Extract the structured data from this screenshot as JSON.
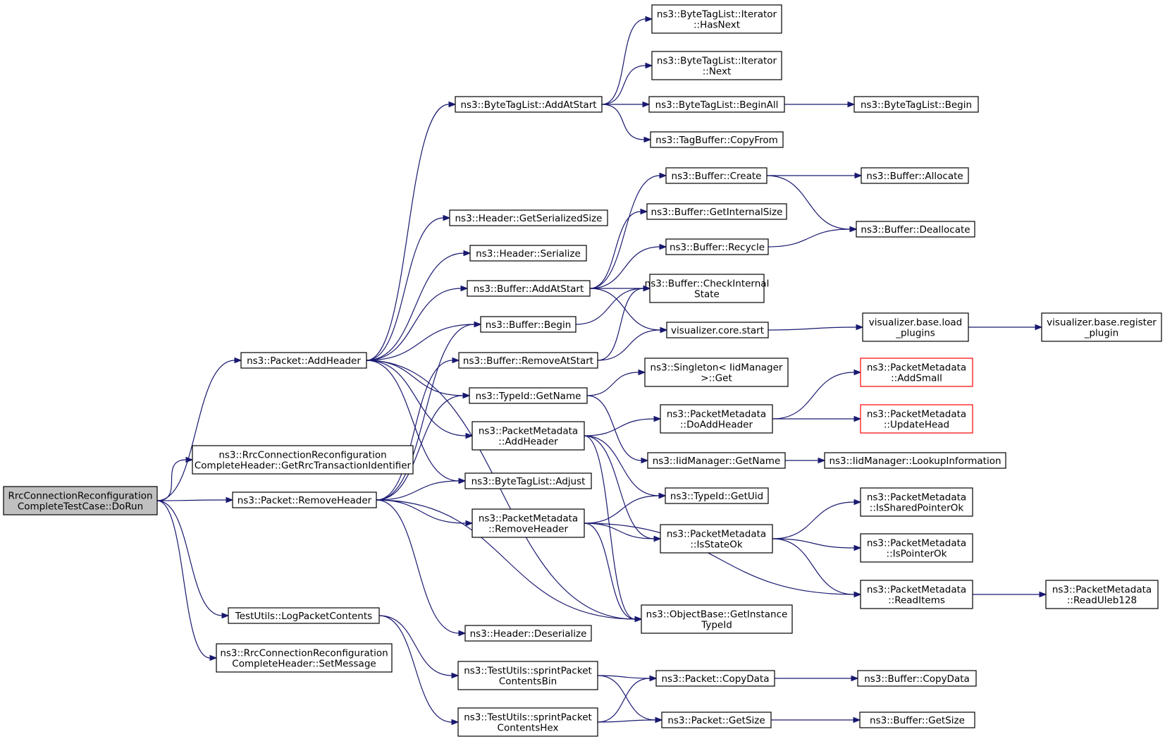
{
  "colors": {
    "edge": "#191970",
    "root_fill": "#c0c0c0",
    "red_border": "#ff0000",
    "border": "#000000"
  },
  "nodes": {
    "root": [
      "RrcConnectionReconfiguration",
      "CompleteTestCase::DoRun"
    ],
    "packet_addheader": [
      "ns3::Packet::AddHeader"
    ],
    "rrc_get_transaction_id": [
      "ns3::RrcConnectionReconfiguration",
      "CompleteHeader::GetRrcTransactionIdentifier"
    ],
    "packet_removeheader": [
      "ns3::Packet::RemoveHeader"
    ],
    "testutils_logpacketcontents": [
      "TestUtils::LogPacketContents"
    ],
    "rrc_setmessage": [
      "ns3::RrcConnectionReconfiguration",
      "CompleteHeader::SetMessage"
    ],
    "bytetaglist_addatstart": [
      "ns3::ByteTagList::AddAtStart"
    ],
    "header_getserializedsize": [
      "ns3::Header::GetSerializedSize"
    ],
    "header_serialize": [
      "ns3::Header::Serialize"
    ],
    "buffer_addatstart": [
      "ns3::Buffer::AddAtStart"
    ],
    "buffer_begin": [
      "ns3::Buffer::Begin"
    ],
    "buffer_removeatstart": [
      "ns3::Buffer::RemoveAtStart"
    ],
    "typeid_getname": [
      "ns3::TypeId::GetName"
    ],
    "packetmetadata_addheader": [
      "ns3::PacketMetadata",
      "::AddHeader"
    ],
    "bytetaglist_adjust": [
      "ns3::ByteTagList::Adjust"
    ],
    "packetmetadata_removeheader": [
      "ns3::PacketMetadata",
      "::RemoveHeader"
    ],
    "header_deserialize": [
      "ns3::Header::Deserialize"
    ],
    "sprintpacket_bin": [
      "ns3::TestUtils::sprintPacket",
      "ContentsBin"
    ],
    "sprintpacket_hex": [
      "ns3::TestUtils::sprintPacket",
      "ContentsHex"
    ],
    "iterator_hasnext": [
      "ns3::ByteTagList::Iterator",
      "::HasNext"
    ],
    "iterator_next": [
      "ns3::ByteTagList::Iterator",
      "::Next"
    ],
    "bytetaglist_beginall": [
      "ns3::ByteTagList::BeginAll"
    ],
    "tagbuffer_copyfrom": [
      "ns3::TagBuffer::CopyFrom"
    ],
    "buffer_create": [
      "ns3::Buffer::Create"
    ],
    "buffer_getinternalsize": [
      "ns3::Buffer::GetInternalSize"
    ],
    "buffer_recycle": [
      "ns3::Buffer::Recycle"
    ],
    "buffer_checkinternalstate": [
      "ns3::Buffer::CheckInternal",
      "State"
    ],
    "visualizer_core_start": [
      "visualizer.core.start"
    ],
    "singleton_get": [
      "ns3::Singleton< IidManager",
      ">::Get"
    ],
    "packetmetadata_doaddheader": [
      "ns3::PacketMetadata",
      "::DoAddHeader"
    ],
    "iidmanager_getname": [
      "ns3::IidManager::GetName"
    ],
    "typeid_getuid": [
      "ns3::TypeId::GetUid"
    ],
    "packetmetadata_isstateok": [
      "ns3::PacketMetadata",
      "::IsStateOk"
    ],
    "objectbase_getinstancetypeid": [
      "ns3::ObjectBase::GetInstance",
      "TypeId"
    ],
    "packet_copydata": [
      "ns3::Packet::CopyData"
    ],
    "packet_getsize": [
      "ns3::Packet::GetSize"
    ],
    "bytetaglist_begin": [
      "ns3::ByteTagList::Begin"
    ],
    "buffer_allocate": [
      "ns3::Buffer::Allocate"
    ],
    "buffer_deallocate": [
      "ns3::Buffer::Deallocate"
    ],
    "visualizer_base_load_plugins": [
      "visualizer.base.load",
      "_plugins"
    ],
    "packetmetadata_addsmall": [
      "ns3::PacketMetadata",
      "::AddSmall"
    ],
    "packetmetadata_updatehead": [
      "ns3::PacketMetadata",
      "::UpdateHead"
    ],
    "iidmanager_lookupinformation": [
      "ns3::IidManager::LookupInformation"
    ],
    "packetmetadata_issharedpointerok": [
      "ns3::PacketMetadata",
      "::IsSharedPointerOk"
    ],
    "packetmetadata_ispointerok": [
      "ns3::PacketMetadata",
      "::IsPointerOk"
    ],
    "packetmetadata_readitems": [
      "ns3::PacketMetadata",
      "::ReadItems"
    ],
    "buffer_copydata": [
      "ns3::Buffer::CopyData"
    ],
    "buffer_getsize": [
      "ns3::Buffer::GetSize"
    ],
    "visualizer_base_register_plugin": [
      "visualizer.base.register",
      "_plugin"
    ],
    "packetmetadata_readuleb128": [
      "ns3::PacketMetadata",
      "::ReadUleb128"
    ]
  },
  "red_nodes": [
    "packetmetadata_addsmall",
    "packetmetadata_updatehead"
  ],
  "edges": [
    [
      "root",
      "packet_addheader"
    ],
    [
      "root",
      "rrc_get_transaction_id"
    ],
    [
      "root",
      "packet_removeheader"
    ],
    [
      "root",
      "testutils_logpacketcontents"
    ],
    [
      "root",
      "rrc_setmessage"
    ],
    [
      "packet_addheader",
      "bytetaglist_addatstart"
    ],
    [
      "packet_addheader",
      "header_getserializedsize"
    ],
    [
      "packet_addheader",
      "header_serialize"
    ],
    [
      "packet_addheader",
      "buffer_addatstart"
    ],
    [
      "packet_addheader",
      "buffer_begin"
    ],
    [
      "packet_addheader",
      "typeid_getname"
    ],
    [
      "packet_addheader",
      "packetmetadata_addheader"
    ],
    [
      "packet_addheader",
      "bytetaglist_adjust"
    ],
    [
      "packet_addheader",
      "objectbase_getinstancetypeid"
    ],
    [
      "packet_removeheader",
      "buffer_begin"
    ],
    [
      "packet_removeheader",
      "buffer_removeatstart"
    ],
    [
      "packet_removeheader",
      "typeid_getname"
    ],
    [
      "packet_removeheader",
      "bytetaglist_adjust"
    ],
    [
      "packet_removeheader",
      "packetmetadata_removeheader"
    ],
    [
      "packet_removeheader",
      "header_deserialize"
    ],
    [
      "packet_removeheader",
      "objectbase_getinstancetypeid"
    ],
    [
      "testutils_logpacketcontents",
      "sprintpacket_bin"
    ],
    [
      "testutils_logpacketcontents",
      "sprintpacket_hex"
    ],
    [
      "bytetaglist_addatstart",
      "iterator_hasnext"
    ],
    [
      "bytetaglist_addatstart",
      "iterator_next"
    ],
    [
      "bytetaglist_addatstart",
      "bytetaglist_beginall"
    ],
    [
      "bytetaglist_addatstart",
      "tagbuffer_copyfrom"
    ],
    [
      "bytetaglist_beginall",
      "bytetaglist_begin"
    ],
    [
      "buffer_addatstart",
      "buffer_create"
    ],
    [
      "buffer_addatstart",
      "buffer_getinternalsize"
    ],
    [
      "buffer_addatstart",
      "buffer_recycle"
    ],
    [
      "buffer_addatstart",
      "buffer_checkinternalstate"
    ],
    [
      "buffer_addatstart",
      "visualizer_core_start"
    ],
    [
      "buffer_begin",
      "buffer_checkinternalstate"
    ],
    [
      "buffer_removeatstart",
      "buffer_checkinternalstate"
    ],
    [
      "buffer_removeatstart",
      "visualizer_core_start"
    ],
    [
      "buffer_create",
      "buffer_allocate"
    ],
    [
      "buffer_create",
      "buffer_deallocate"
    ],
    [
      "buffer_recycle",
      "buffer_deallocate"
    ],
    [
      "visualizer_core_start",
      "visualizer_base_load_plugins"
    ],
    [
      "visualizer_base_load_plugins",
      "visualizer_base_register_plugin"
    ],
    [
      "typeid_getname",
      "singleton_get"
    ],
    [
      "typeid_getname",
      "iidmanager_getname"
    ],
    [
      "iidmanager_getname",
      "iidmanager_lookupinformation"
    ],
    [
      "packetmetadata_addheader",
      "packetmetadata_doaddheader"
    ],
    [
      "packetmetadata_addheader",
      "typeid_getuid"
    ],
    [
      "packetmetadata_addheader",
      "packetmetadata_isstateok"
    ],
    [
      "packetmetadata_addheader",
      "objectbase_getinstancetypeid"
    ],
    [
      "packetmetadata_doaddheader",
      "packetmetadata_addsmall"
    ],
    [
      "packetmetadata_doaddheader",
      "packetmetadata_updatehead"
    ],
    [
      "packetmetadata_removeheader",
      "typeid_getuid"
    ],
    [
      "packetmetadata_removeheader",
      "packetmetadata_isstateok"
    ],
    [
      "packetmetadata_removeheader",
      "packetmetadata_readitems"
    ],
    [
      "packetmetadata_removeheader",
      "objectbase_getinstancetypeid"
    ],
    [
      "packetmetadata_isstateok",
      "packetmetadata_issharedpointerok"
    ],
    [
      "packetmetadata_isstateok",
      "packetmetadata_ispointerok"
    ],
    [
      "packetmetadata_isstateok",
      "packetmetadata_readitems"
    ],
    [
      "packetmetadata_readitems",
      "packetmetadata_readuleb128"
    ],
    [
      "sprintpacket_bin",
      "packet_copydata"
    ],
    [
      "sprintpacket_bin",
      "packet_getsize"
    ],
    [
      "sprintpacket_hex",
      "packet_copydata"
    ],
    [
      "sprintpacket_hex",
      "packet_getsize"
    ],
    [
      "packet_copydata",
      "buffer_copydata"
    ],
    [
      "packet_getsize",
      "buffer_getsize"
    ]
  ]
}
